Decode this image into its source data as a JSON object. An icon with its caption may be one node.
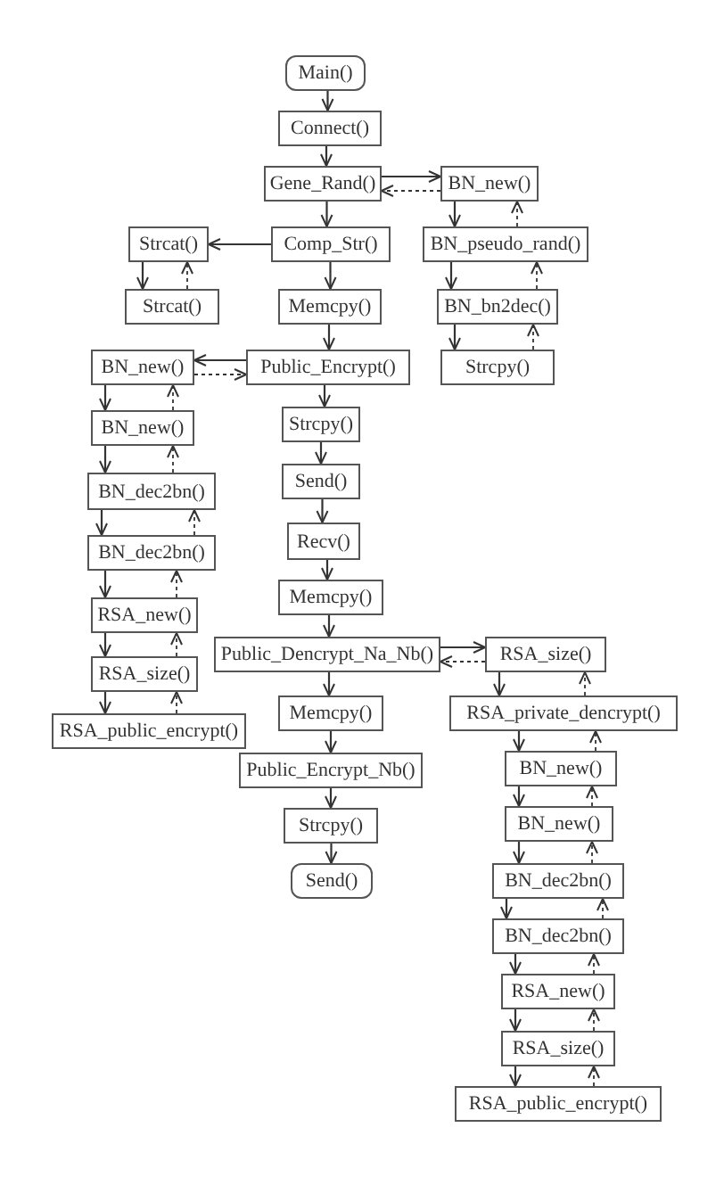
{
  "diagram": {
    "nodes": [
      {
        "text": [
          "Main()"
        ]
      },
      {
        "text": [
          "Connect()"
        ]
      },
      {
        "text": [
          "Gene_Rand()"
        ]
      },
      {
        "text": [
          "BN_new()"
        ]
      },
      {
        "text": [
          "BN_pseudo_rand()"
        ]
      },
      {
        "text": [
          "BN_bn2dec()"
        ]
      },
      {
        "text": [
          "Strcpy()"
        ]
      },
      {
        "text": [
          "Comp_Str()"
        ]
      },
      {
        "text": [
          "Strcat()"
        ]
      },
      {
        "text": [
          "Strcat()"
        ]
      },
      {
        "text": [
          "Memcpy()"
        ]
      },
      {
        "text": [
          "Public_Encrypt()"
        ]
      },
      {
        "text": [
          "BN_new()"
        ]
      },
      {
        "text": [
          "BN_new()"
        ]
      },
      {
        "text": [
          "BN_dec2bn()"
        ]
      },
      {
        "text": [
          "BN_dec2bn()"
        ]
      },
      {
        "text": [
          "RSA_new()"
        ]
      },
      {
        "text": [
          "RSA_size()"
        ]
      },
      {
        "text": [
          "RSA_public_encrypt()"
        ]
      },
      {
        "text": [
          "Strcpy()"
        ]
      },
      {
        "text": [
          "Send()"
        ]
      },
      {
        "text": [
          "Recv()"
        ]
      },
      {
        "text": [
          "Memcpy()"
        ]
      },
      {
        "text": [
          "Public_Dencrypt_Na_Nb()"
        ]
      },
      {
        "text": [
          "RSA_size()"
        ]
      },
      {
        "text": [
          "RSA_private_dencrypt()"
        ]
      },
      {
        "text": [
          "Memcpy()"
        ]
      },
      {
        "text": [
          "Public_Encrypt_Nb()"
        ]
      },
      {
        "text": [
          "Strcpy()"
        ]
      },
      {
        "text": [
          "Send()"
        ]
      },
      {
        "text": [
          "BN_new()"
        ]
      },
      {
        "text": [
          "BN_new()"
        ]
      },
      {
        "text": [
          "BN_dec2bn()"
        ]
      },
      {
        "text": [
          "BN_dec2bn()"
        ]
      },
      {
        "text": [
          "RSA_new()"
        ]
      },
      {
        "text": [
          "RSA_size()"
        ]
      },
      {
        "text": [
          "RSA_public_encrypt()"
        ]
      }
    ],
    "edges": [
      {
        "from": 0,
        "to": 1,
        "arrow": "to"
      },
      {
        "from": 1,
        "to": 2,
        "arrow": "to"
      },
      {
        "from": 2,
        "to": 3,
        "arrow": "to"
      },
      {
        "from": 3,
        "to": 2,
        "arrow": "to",
        "style": "dashed"
      },
      {
        "from": 3,
        "to": 4,
        "arrow": "to"
      },
      {
        "from": 4,
        "to": 3,
        "arrow": "to",
        "style": "dashed"
      },
      {
        "from": 4,
        "to": 5,
        "arrow": "to"
      },
      {
        "from": 5,
        "to": 4,
        "arrow": "to",
        "style": "dashed"
      },
      {
        "from": 5,
        "to": 6,
        "arrow": "to"
      },
      {
        "from": 6,
        "to": 5,
        "arrow": "to",
        "style": "dashed"
      },
      {
        "from": 2,
        "to": 7,
        "arrow": "to"
      },
      {
        "from": 7,
        "to": 8,
        "arrow": "to"
      },
      {
        "from": 8,
        "to": 9,
        "arrow": "to"
      },
      {
        "from": 9,
        "to": 8,
        "arrow": "to",
        "style": "dashed"
      },
      {
        "from": 7,
        "to": 10,
        "arrow": "to"
      },
      {
        "from": 10,
        "to": 11,
        "arrow": "to"
      },
      {
        "from": 11,
        "to": 12,
        "arrow": "to"
      },
      {
        "from": 12,
        "to": 11,
        "arrow": "to",
        "style": "dashed"
      },
      {
        "from": 12,
        "to": 13,
        "arrow": "to"
      },
      {
        "from": 13,
        "to": 12,
        "arrow": "to",
        "style": "dashed"
      },
      {
        "from": 13,
        "to": 14,
        "arrow": "to"
      },
      {
        "from": 14,
        "to": 13,
        "arrow": "to",
        "style": "dashed"
      },
      {
        "from": 14,
        "to": 15,
        "arrow": "to"
      },
      {
        "from": 15,
        "to": 14,
        "arrow": "to",
        "style": "dashed"
      },
      {
        "from": 15,
        "to": 16,
        "arrow": "to"
      },
      {
        "from": 16,
        "to": 15,
        "arrow": "to",
        "style": "dashed"
      },
      {
        "from": 16,
        "to": 17,
        "arrow": "to"
      },
      {
        "from": 17,
        "to": 16,
        "arrow": "to",
        "style": "dashed"
      },
      {
        "from": 17,
        "to": 18,
        "arrow": "to"
      },
      {
        "from": 18,
        "to": 17,
        "arrow": "to",
        "style": "dashed"
      },
      {
        "from": 11,
        "to": 19,
        "arrow": "to"
      },
      {
        "from": 19,
        "to": 20,
        "arrow": "to"
      },
      {
        "from": 20,
        "to": 21,
        "arrow": "to"
      },
      {
        "from": 21,
        "to": 22,
        "arrow": "to"
      },
      {
        "from": 22,
        "to": 23,
        "arrow": "to"
      },
      {
        "from": 23,
        "to": 24,
        "arrow": "to"
      },
      {
        "from": 24,
        "to": 23,
        "arrow": "to",
        "style": "dashed"
      },
      {
        "from": 24,
        "to": 25,
        "arrow": "to"
      },
      {
        "from": 25,
        "to": 24,
        "arrow": "to",
        "style": "dashed"
      },
      {
        "from": 23,
        "to": 26,
        "arrow": "to"
      },
      {
        "from": 26,
        "to": 27,
        "arrow": "to"
      },
      {
        "from": 27,
        "to": 28,
        "arrow": "to"
      },
      {
        "from": 28,
        "to": 29,
        "arrow": "to"
      },
      {
        "from": 25,
        "to": 30,
        "arrow": "to"
      },
      {
        "from": 30,
        "to": 25,
        "arrow": "to",
        "style": "dashed"
      },
      {
        "from": 30,
        "to": 31,
        "arrow": "to"
      },
      {
        "from": 31,
        "to": 30,
        "arrow": "to",
        "style": "dashed"
      },
      {
        "from": 31,
        "to": 32,
        "arrow": "to"
      },
      {
        "from": 32,
        "to": 31,
        "arrow": "to",
        "style": "dashed"
      },
      {
        "from": 32,
        "to": 33,
        "arrow": "to"
      },
      {
        "from": 33,
        "to": 32,
        "arrow": "to",
        "style": "dashed"
      },
      {
        "from": 33,
        "to": 34,
        "arrow": "to"
      },
      {
        "from": 34,
        "to": 33,
        "arrow": "to",
        "style": "dashed"
      },
      {
        "from": 34,
        "to": 35,
        "arrow": "to"
      },
      {
        "from": 35,
        "to": 34,
        "arrow": "to",
        "style": "dashed"
      },
      {
        "from": 35,
        "to": 36,
        "arrow": "to"
      },
      {
        "from": 36,
        "to": 35,
        "arrow": "to",
        "style": "dashed"
      }
    ]
  }
}
